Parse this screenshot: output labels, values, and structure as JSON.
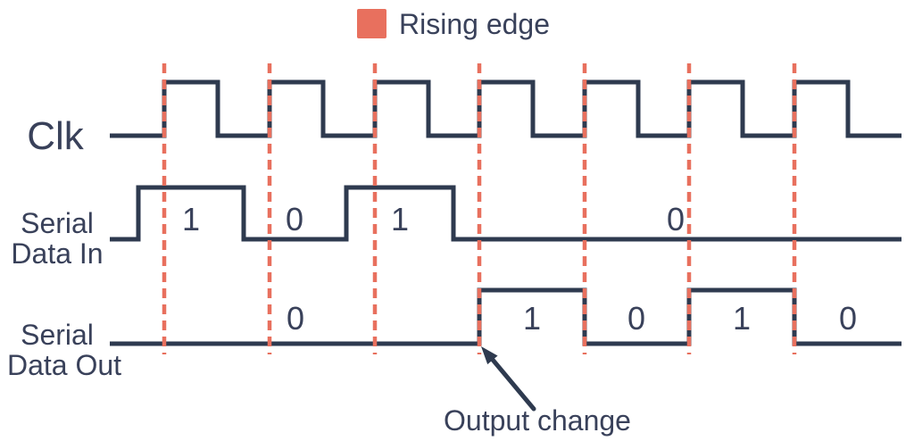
{
  "legend": {
    "label": "Rising edge",
    "swatch_color": "#e8705e"
  },
  "colors": {
    "waveform_line": "#2e3a4f",
    "rising_edge_accent": "#e8705e",
    "text": "#39415a",
    "background": "#ffffff"
  },
  "signals": [
    {
      "id": "clk",
      "label_lines": [
        "Clk"
      ],
      "bits": []
    },
    {
      "id": "serial-data-in",
      "label_lines": [
        "Serial",
        "Data In"
      ],
      "bits": [
        "1",
        "0",
        "1",
        "0"
      ]
    },
    {
      "id": "serial-data-out",
      "label_lines": [
        "Serial",
        "Data Out"
      ],
      "bits": [
        "0",
        "1",
        "0",
        "1",
        "0"
      ]
    }
  ],
  "annotation": {
    "label": "Output change"
  },
  "rising_edge_marker_count": "7"
}
